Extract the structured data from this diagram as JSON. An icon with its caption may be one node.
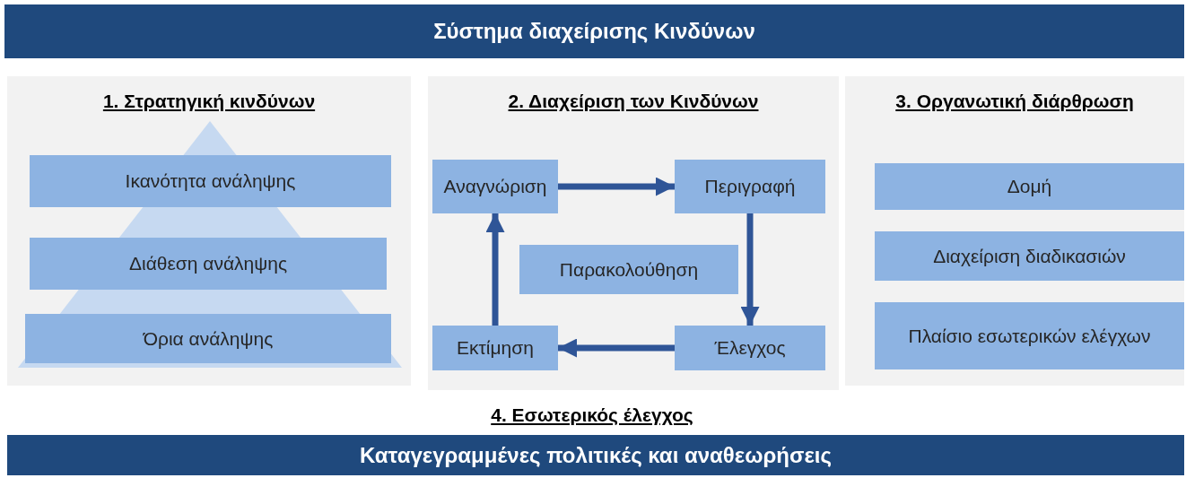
{
  "diagram": {
    "nodes": [
      {
        "text": [
          "Σύστημα διαχείρισης Κινδύνων"
        ]
      },
      {
        "text": [
          "1. Στρατηγική κινδύνων"
        ]
      },
      {
        "text": [
          "Ικανότητα ανάληψης"
        ],
        "in": 1
      },
      {
        "text": [
          "Διάθεση ανάληψης"
        ],
        "in": 1
      },
      {
        "text": [
          "Όρια ανάληψης"
        ],
        "in": 1
      },
      {
        "text": [
          "2. Διαχείριση των Κινδύνων"
        ]
      },
      {
        "text": [
          "Αναγνώριση"
        ],
        "in": 5
      },
      {
        "text": [
          "Περιγραφή"
        ],
        "in": 5
      },
      {
        "text": [
          "Παρακολούθηση"
        ],
        "in": 5
      },
      {
        "text": [
          "Εκτίμηση"
        ],
        "in": 5
      },
      {
        "text": [
          "Έλεγχος"
        ],
        "in": 5
      },
      {
        "text": [
          "3. Οργανωτική διάρθρωση"
        ]
      },
      {
        "text": [
          "Δομή"
        ],
        "in": 11
      },
      {
        "text": [
          "Διαχείριση διαδικασιών"
        ],
        "in": 11
      },
      {
        "text": [
          "Πλαίσιο εσωτερικών ελέγχων"
        ],
        "in": 11
      },
      {
        "text": [
          "Καταγεγραμμένες πολιτικές και αναθεωρήσεις"
        ]
      }
    ],
    "edges": [
      {
        "from": 6,
        "to": 7,
        "arrow": "to"
      },
      {
        "from": 7,
        "to": 10,
        "arrow": "to"
      },
      {
        "from": 10,
        "to": 9,
        "arrow": "to"
      },
      {
        "from": 9,
        "to": 6,
        "arrow": "to"
      }
    ],
    "labels": [
      "4. Εσωτερικός έλεγχος"
    ]
  }
}
